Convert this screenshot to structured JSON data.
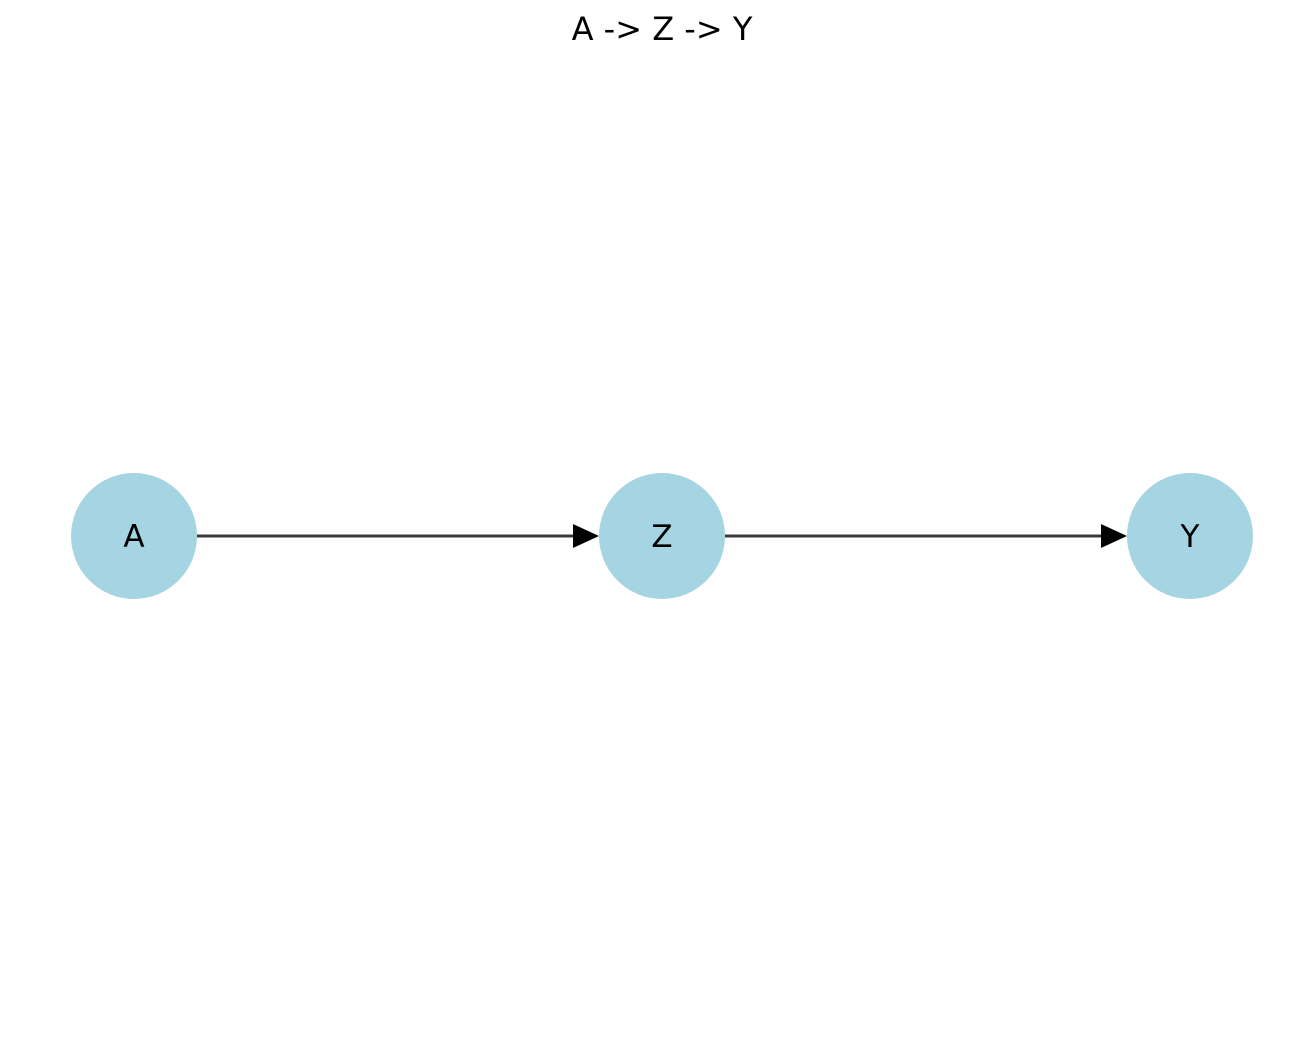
{
  "diagram": {
    "title": "A -> Z -> Y",
    "node_color": "#a5d4e3",
    "edge_color": "#3a3a3a",
    "arrowhead_color": "#000000",
    "nodes": [
      {
        "id": "A",
        "label": "A"
      },
      {
        "id": "Z",
        "label": "Z"
      },
      {
        "id": "Y",
        "label": "Y"
      }
    ],
    "edges": [
      {
        "from": "A",
        "to": "Z"
      },
      {
        "from": "Z",
        "to": "Y"
      }
    ]
  }
}
